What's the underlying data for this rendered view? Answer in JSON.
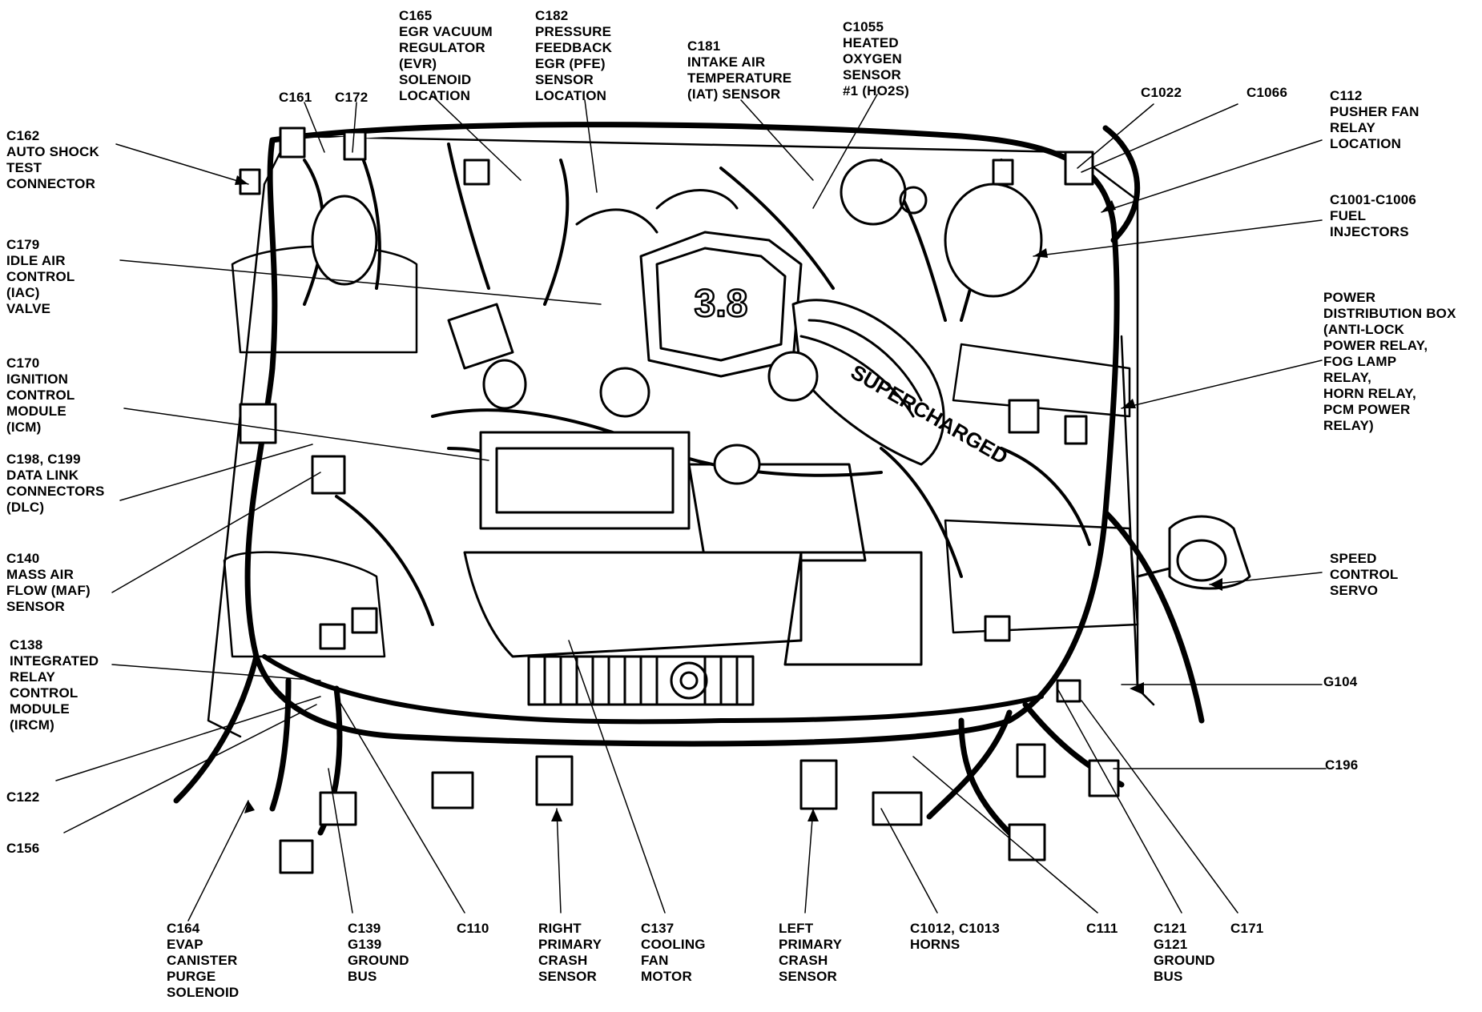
{
  "labels": {
    "c165": "C165\nEGR VACUUM\nREGULATOR\n(EVR)\nSOLENOID\nLOCATION",
    "c182": "C182\nPRESSURE\nFEEDBACK\nEGR (PFE)\nSENSOR\nLOCATION",
    "c181": "C181\nINTAKE AIR\nTEMPERATURE\n(IAT) SENSOR",
    "c1055": "C1055\nHEATED\nOXYGEN\nSENSOR\n#1 (HO2S)",
    "c161": "C161",
    "c172": "C172",
    "c162": "C162\nAUTO SHOCK\nTEST\nCONNECTOR",
    "c1022": "C1022",
    "c1066": "C1066",
    "c112": "C112\nPUSHER FAN\nRELAY\nLOCATION",
    "c1001": "C1001-C1006\nFUEL\nINJECTORS",
    "c179": "C179\nIDLE AIR\nCONTROL\n(IAC)\nVALVE",
    "pdb": "POWER\nDISTRIBUTION BOX\n(ANTI-LOCK\nPOWER RELAY,\nFOG LAMP\nRELAY,\nHORN RELAY,\nPCM POWER\nRELAY)",
    "c170": "C170\nIGNITION\nCONTROL\nMODULE\n(ICM)",
    "c198": "C198, C199\nDATA LINK\nCONNECTORS\n(DLC)",
    "c140": "C140\nMASS AIR\nFLOW (MAF)\nSENSOR",
    "speed": "SPEED\nCONTROL\nSERVO",
    "c138": "C138\nINTEGRATED\nRELAY\nCONTROL\nMODULE\n(IRCM)",
    "g104": "G104",
    "c196": "C196",
    "c122": "C122",
    "c156": "C156",
    "c164": "C164\nEVAP\nCANISTER\nPURGE\nSOLENOID",
    "c139": "C139\nG139\nGROUND\nBUS",
    "c110": "C110",
    "rpcs": "RIGHT\nPRIMARY\nCRASH\nSENSOR",
    "c137": "C137\nCOOLING\nFAN\nMOTOR",
    "lpcs": "LEFT\nPRIMARY\nCRASH\nSENSOR",
    "c1012": "C1012, C1013\nHORNS",
    "c111": "C111",
    "c121": "C121\nG121\nGROUND\nBUS",
    "c171": "C171"
  },
  "engine_badge": "3.8",
  "supercharger_text": "SUPERCHARGED"
}
